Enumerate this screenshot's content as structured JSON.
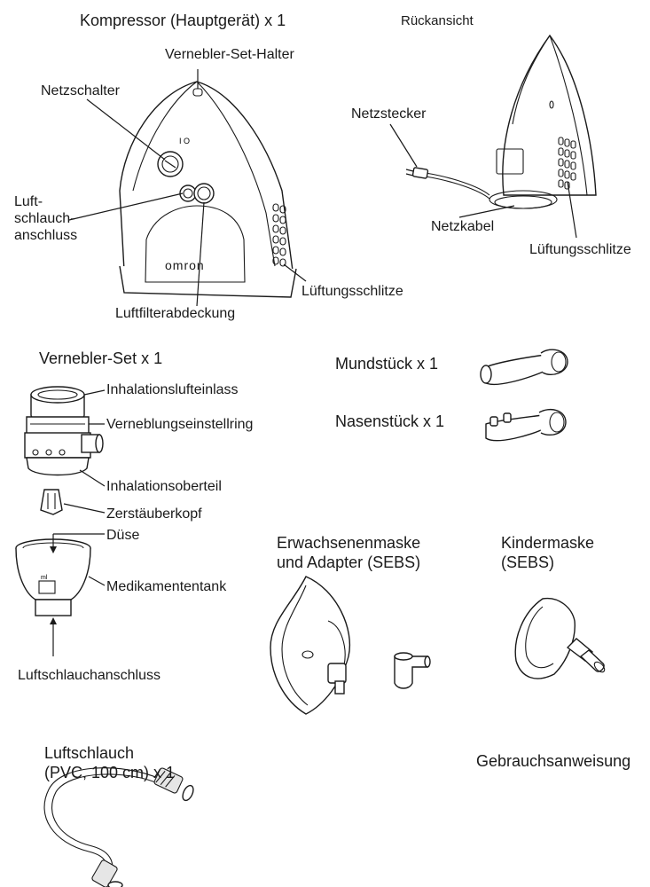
{
  "sections": {
    "compressor_title": "Kompressor (Hauptgerät) x 1",
    "rear_view_title": "Rückansicht",
    "nebulizer_set_title": "Vernebler-Set x 1",
    "mouthpiece_title": "Mundstück x 1",
    "nosepiece_title": "Nasenstück x 1",
    "adult_mask_title": "Erwachsenenmaske\nund Adapter (SEBS)",
    "child_mask_title": "Kindermaske\n(SEBS)",
    "air_tube_title": "Luftschlauch\n(PVC, 100 cm) x 1",
    "manual_title": "Gebrauchsanweisung"
  },
  "compressor_labels": {
    "holder": "Vernebler-Set-Halter",
    "power_switch": "Netzschalter",
    "air_tube_connector": "Luft-\nschlauch-\nanschluss",
    "air_filter_cover": "Luftfilterabdeckung",
    "vents": "Lüftungsschlitze",
    "brand": "omron"
  },
  "rear_labels": {
    "plug": "Netzstecker",
    "cord": "Netzkabel",
    "vents": "Lüftungsschlitze"
  },
  "nebulizer_labels": {
    "inhalation_inlet": "Inhalationslufteinlass",
    "adjust_ring": "Verneblungseinstellring",
    "inhalation_top": "Inhalationsoberteil",
    "atomizer_head": "Zerstäuberkopf",
    "nozzle": "Düse",
    "medication_tank": "Medikamententank",
    "tube_connector": "Luftschlauchanschluss"
  }
}
